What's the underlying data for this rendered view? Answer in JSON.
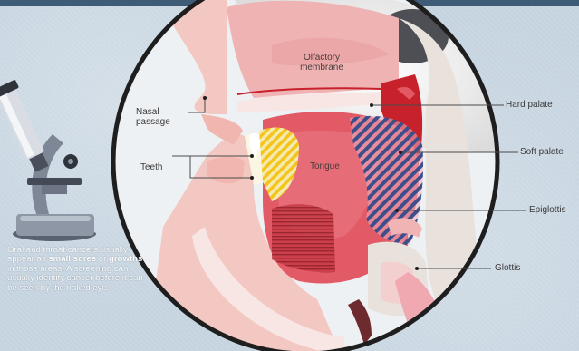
{
  "labels": {
    "olfactory_membrane": "Olfactory membrane",
    "nasal_passage": "Nasal passage",
    "hard_palate": "Hard palate",
    "soft_palate": "Soft palate",
    "teeth": "Teeth",
    "tongue": "Tongue",
    "epiglottis": "Epiglottis",
    "glottis": "Glottis"
  },
  "caption": {
    "part1": "Oral and throat cancers usually appear as ",
    "bold1": "small sores",
    "part2": " or ",
    "bold2": "growths",
    "part3": " in those areas. A screening can usually identify cancer before it can be seen by the naked eye."
  },
  "colors": {
    "background": "#c8d6e2",
    "top_bar": "#3e5c78",
    "circle_border": "#1e1e1e",
    "tissue_pink": "#f1b4b4",
    "tongue_red": "#e05864",
    "teeth_yellow": "#f7d21c",
    "hatch_navy": "#3d4f8a",
    "deep_red": "#c7222c"
  },
  "icons": {
    "microscope": "microscope-icon"
  }
}
